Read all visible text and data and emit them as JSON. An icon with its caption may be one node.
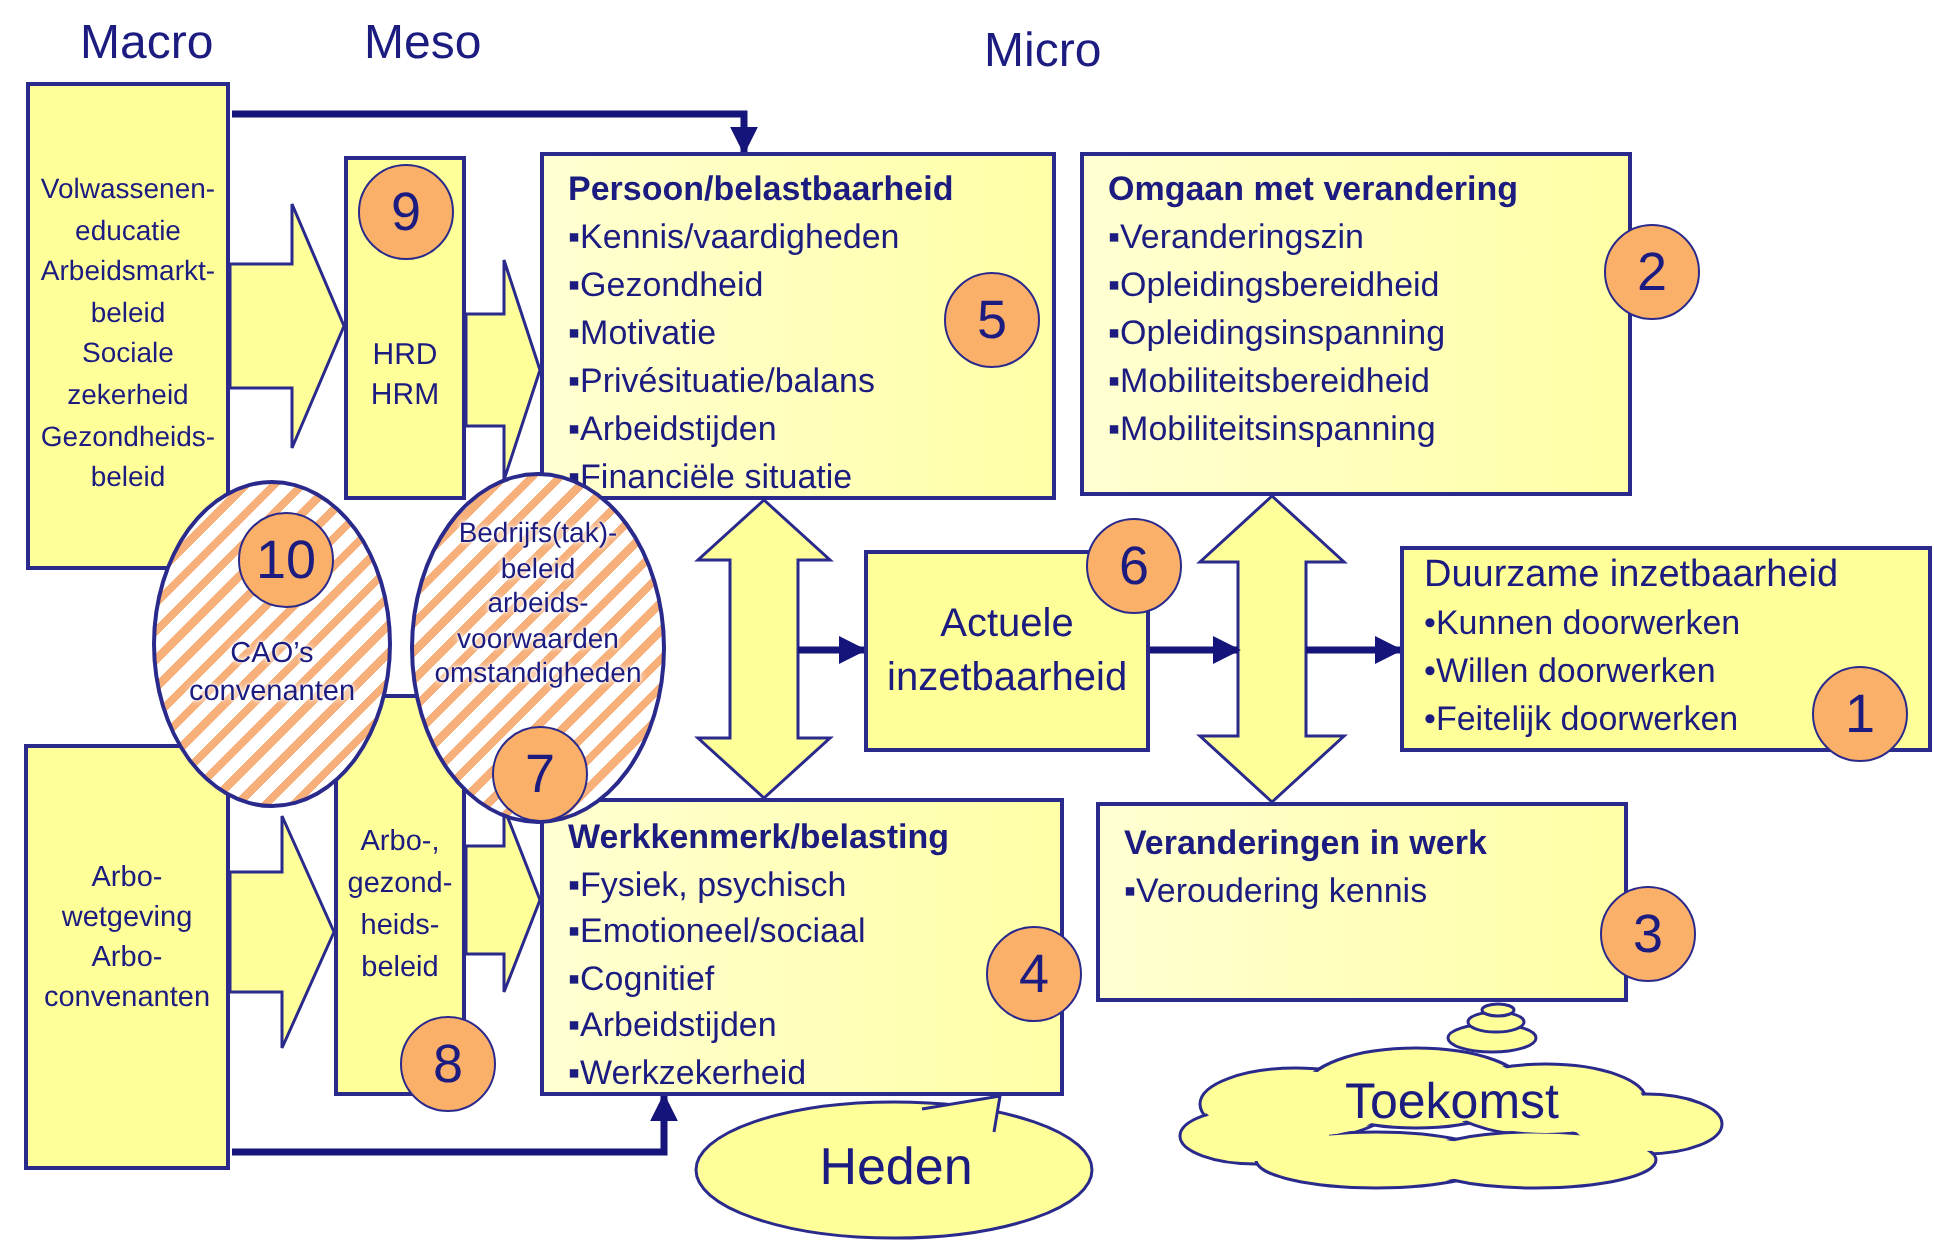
{
  "diagram": {
    "nodes": [
      {
        "text": [
          "Volwassenen-educatie",
          "Arbeidsmarkt-beleid",
          "Sociale zekerheid",
          "Gezondheids-beleid"
        ]
      },
      {
        "text": [
          "HRD HRM"
        ]
      },
      {
        "text": [
          "9"
        ],
        "in": 1
      },
      {
        "text": [
          "Persoon/belastbaarheid",
          "▪Kennis/vaardigheden",
          "▪Gezondheid",
          "▪Motivatie",
          "▪Privésituatie/balans",
          "▪Arbeidstijden",
          "▪Financiële situatie"
        ]
      },
      {
        "text": [
          "5"
        ],
        "in": 3
      },
      {
        "text": [
          "Omgaan met verandering",
          "▪Veranderingszin",
          "▪Opleidingsbereidheid",
          "▪Opleidingsinspanning",
          "▪Mobiliteitsbereidheid",
          "▪Mobiliteitsinspanning"
        ]
      },
      {
        "text": [
          "2"
        ]
      },
      {
        "text": [
          "CAO’s convenanten"
        ]
      },
      {
        "text": [
          "10"
        ],
        "in": 7
      },
      {
        "text": [
          "Bedrijfs(tak)-beleid",
          "arbeids-voorwaarden",
          "omstandigheden"
        ]
      },
      {
        "text": [
          "7"
        ],
        "in": 9
      },
      {
        "text": [
          "Actuele inzetbaarheid"
        ]
      },
      {
        "text": [
          "6"
        ]
      },
      {
        "text": [
          "Duurzame inzetbaarheid",
          "•Kunnen doorwerken",
          "•Willen doorwerken",
          "•Feitelijk doorwerken"
        ]
      },
      {
        "text": [
          "1"
        ]
      },
      {
        "text": [
          "Arbo-wetgeving",
          "Arbo-convenanten"
        ]
      },
      {
        "text": [
          "Arbo-, gezond-heids-beleid"
        ]
      },
      {
        "text": [
          "8"
        ]
      },
      {
        "text": [
          "Werkkenmerk/belasting",
          "▪Fysiek, psychisch",
          "▪Emotioneel/sociaal",
          "▪Cognitief",
          "▪Arbeidstijden",
          "▪Werkzekerheid"
        ]
      },
      {
        "text": [
          "4"
        ]
      },
      {
        "text": [
          "Veranderingen in werk",
          "▪Veroudering kennis"
        ]
      },
      {
        "text": [
          "3"
        ]
      },
      {
        "text": [
          "Heden"
        ]
      },
      {
        "text": [
          "Toekomst"
        ]
      }
    ],
    "edges": [
      {
        "from": 0,
        "to": 1,
        "arrow": "to",
        "style": "thick"
      },
      {
        "from": 15,
        "to": 16,
        "arrow": "to",
        "style": "thick"
      },
      {
        "from": 1,
        "to": 3,
        "arrow": "to",
        "style": "thick"
      },
      {
        "from": 16,
        "to": 18,
        "arrow": "to",
        "style": "thick"
      },
      {
        "from": 0,
        "to": 3,
        "arrow": "to"
      },
      {
        "from": 15,
        "to": 18,
        "arrow": "to"
      },
      {
        "from": 3,
        "to": 18,
        "arrow": "both",
        "style": "thick"
      },
      {
        "from": 5,
        "to": 20,
        "arrow": "both",
        "style": "thick"
      },
      {
        "from": null,
        "to": 11,
        "arrow": "to"
      },
      {
        "from": 11,
        "to": null,
        "arrow": "to"
      },
      {
        "from": null,
        "to": 13,
        "arrow": "to"
      }
    ],
    "labels": [
      "Macro",
      "Meso",
      "Micro"
    ]
  }
}
